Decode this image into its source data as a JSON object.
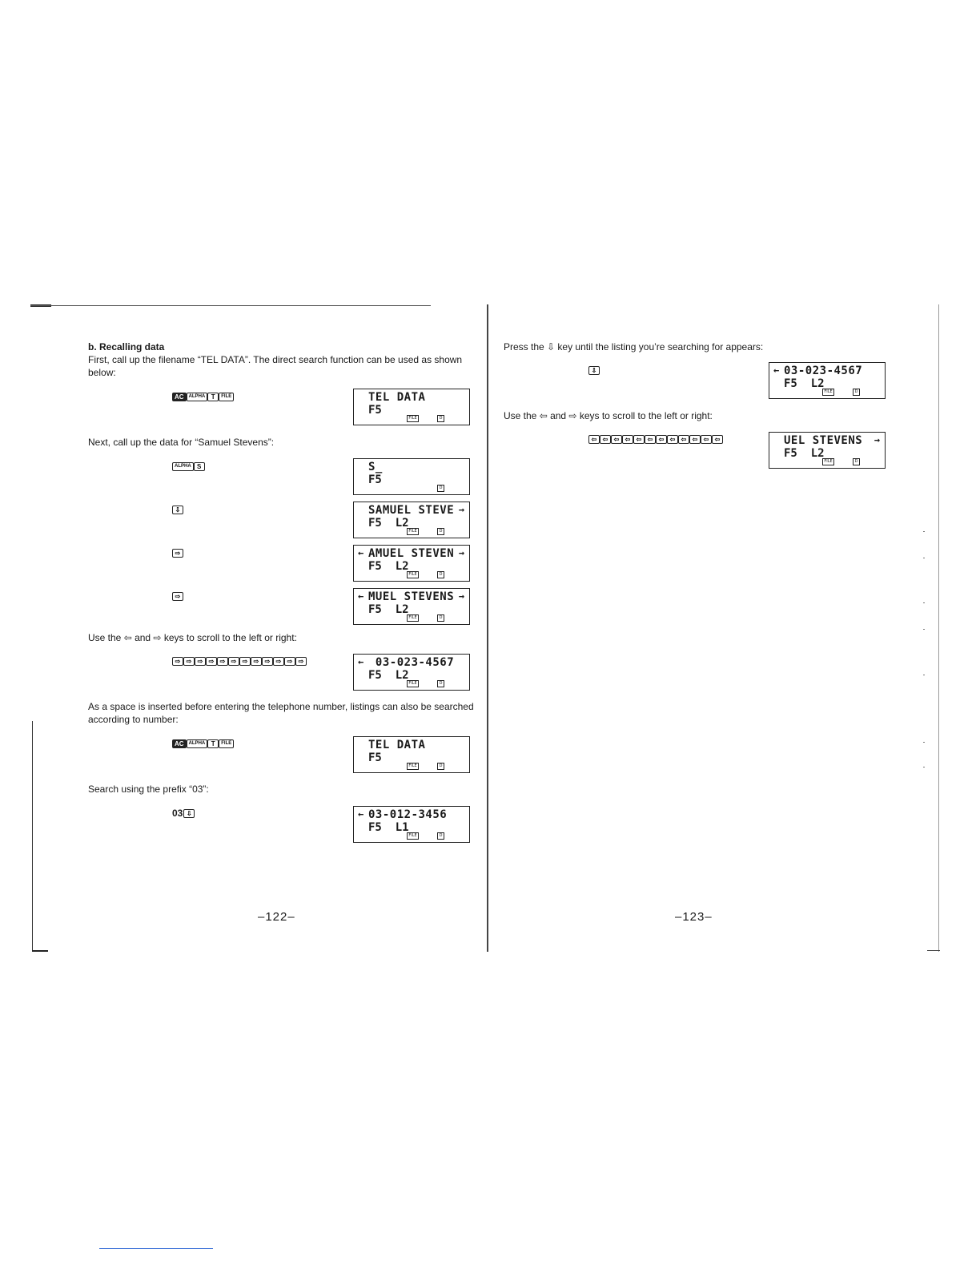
{
  "left_page": {
    "heading": "b. Recalling data",
    "intro_line1": "First, call up the filename “TEL DATA”. The direct search function can be used as shown",
    "intro_line2": "below:",
    "next_text": "Next, call up the data for “Samuel Stevens”:",
    "scroll_text": "Use the ⇦ and ⇨ keys to scroll to the left or right:",
    "space_text_line1": "As a space is inserted before entering the telephone number, listings can also be searched",
    "space_text_line2": "according to number:",
    "prefix_text": "Search using the prefix “03”:",
    "page_number": "–122–",
    "key_sequences": {
      "seq1": [
        "AC",
        "ALPHA",
        "T",
        "FILE"
      ],
      "seq2": [
        "ALPHA",
        "S"
      ],
      "seq3": [
        "⇩"
      ],
      "seq4": [
        "⇨"
      ],
      "seq5": [
        "⇨"
      ],
      "seq6": [
        "⇨",
        "⇨",
        "⇨",
        "⇨",
        "⇨",
        "⇨",
        "⇨",
        "⇨",
        "⇨",
        "⇨",
        "⇨",
        "⇨"
      ],
      "seq7": [
        "AC",
        "ALPHA",
        "T",
        "FILE"
      ],
      "seq8_prefix": "03",
      "seq8": [
        "⇩"
      ]
    },
    "displays": [
      {
        "line1": "TEL DATA",
        "line2": "F5",
        "left_arrow": "",
        "right_arrow": "",
        "file": "FILE",
        "d": "D"
      },
      {
        "line1": "S_",
        "line2": "F5",
        "left_arrow": "",
        "right_arrow": "",
        "file": "",
        "d": "D"
      },
      {
        "line1": "SAMUEL STEVE",
        "line2": "F5  L2",
        "left_arrow": "",
        "right_arrow": "→",
        "file": "FILE",
        "d": "D"
      },
      {
        "line1": "AMUEL STEVEN",
        "line2": "F5  L2",
        "left_arrow": "←",
        "right_arrow": "→",
        "file": "FILE",
        "d": "D"
      },
      {
        "line1": "MUEL STEVENS",
        "line2": "F5  L2",
        "left_arrow": "←",
        "right_arrow": "→",
        "file": "FILE",
        "d": "D"
      },
      {
        "line1": " 03-023-4567",
        "line2": "F5  L2",
        "left_arrow": "←",
        "right_arrow": "",
        "file": "FILE",
        "d": "D"
      },
      {
        "line1": "TEL DATA",
        "line2": "F5",
        "left_arrow": "",
        "right_arrow": "",
        "file": "FILE",
        "d": "D"
      },
      {
        "line1": "03-012-3456",
        "line2": "F5  L1",
        "left_arrow": "←",
        "right_arrow": "",
        "file": "FILE",
        "d": "D"
      }
    ]
  },
  "right_page": {
    "press_text": "Press the ⇩ key until the listing you’re searching for appears:",
    "scroll_text": "Use the ⇦ and ⇨ keys to scroll to the left or right:",
    "page_number": "–123–",
    "key_sequences": {
      "seq1": [
        "⇩"
      ],
      "seq2": [
        "⇦",
        "⇦",
        "⇦",
        "⇦",
        "⇦",
        "⇦",
        "⇦",
        "⇦",
        "⇦",
        "⇦",
        "⇦",
        "⇦"
      ]
    },
    "displays": [
      {
        "line1": "03-023-4567",
        "line2": "F5  L2",
        "left_arrow": "←",
        "right_arrow": "",
        "file": "FILE",
        "d": "D"
      },
      {
        "line1": "UEL STEVENS",
        "line2": "F5  L2",
        "left_arrow": "",
        "right_arrow": "→",
        "file": "FILE",
        "d": "D"
      }
    ]
  }
}
